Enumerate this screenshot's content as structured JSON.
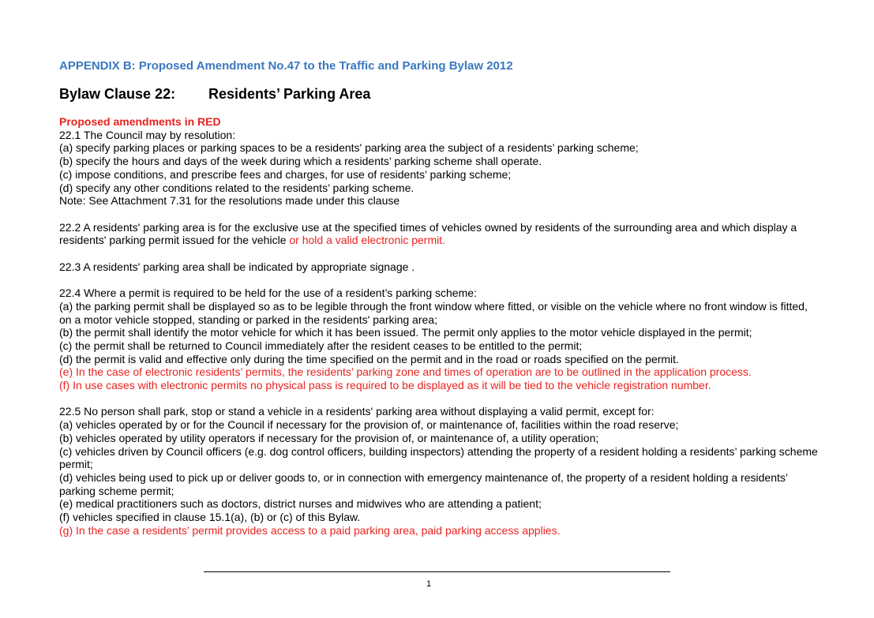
{
  "header": {
    "appendix_title": "APPENDIX B:  Proposed Amendment No.47 to the Traffic and Parking Bylaw 2012",
    "clause_number": "Bylaw Clause 22:",
    "clause_name": "Residents’ Parking Area"
  },
  "amend_note": "Proposed amendments in RED",
  "s22_1": {
    "intro": "22.1 The Council may by resolution:",
    "a": "(a) specify parking places or parking spaces to be a residents' parking area the subject of a residents’ parking scheme;",
    "b": "(b) specify the hours and days of the week during which a residents’ parking scheme shall operate.",
    "c": "(c) impose conditions, and prescribe fees and charges, for use of residents’ parking scheme;",
    "d": "(d) specify any other conditions related to the residents’ parking scheme.",
    "note": "Note: See Attachment 7.31 for the resolutions made under this clause"
  },
  "s22_2": {
    "text": "22.2 A residents' parking area is for the exclusive use at the specified times of vehicles owned by residents of the surrounding area and which display a residents' parking permit issued for the vehicle",
    "amend": " or hold a valid electronic permit."
  },
  "s22_3": {
    "text": "22.3 A residents' parking area shall be indicated by appropriate signage ."
  },
  "s22_4": {
    "intro": "22.4 Where a permit is required to be held for the use of a resident’s parking scheme:",
    "a": "(a) the parking permit shall be displayed so as to be legible through the front window where fitted, or visible on the vehicle where no front window is fitted, on a motor vehicle stopped, standing or parked in the residents' parking area;",
    "b": "(b) the permit shall identify the motor vehicle for which it has been issued. The permit only applies to the motor vehicle displayed in the permit;",
    "c": "(c) the permit shall be returned to Council immediately after the resident ceases to be entitled to the permit;",
    "d": "(d) the permit is valid and effective only during the time specified on the permit and in the road or roads specified on the permit.",
    "e": "(e) In the case of electronic residents’ permits, the residents’ parking zone and times of operation are to be outlined in the application process.",
    "f": "(f) In use cases with electronic permits no physical pass is required to be displayed as it will be tied to the vehicle registration number."
  },
  "s22_5": {
    "intro": "22.5 No person shall park, stop or stand a vehicle in a residents' parking area without displaying a valid permit, except for:",
    "a": "(a) vehicles operated by or for the Council if necessary for the provision of, or maintenance of, facilities within the road reserve;",
    "b": "(b) vehicles operated by utility operators if necessary for the provision of, or maintenance of, a utility operation;",
    "c": "(c) vehicles driven by Council officers (e.g. dog control officers, building inspectors) attending the property of a resident holding a residents’ parking scheme permit;",
    "d": "(d) vehicles being used to pick up or deliver goods to, or in connection with emergency maintenance of, the property of a resident holding a residents’ parking scheme permit;",
    "e": "(e) medical practitioners such as doctors, district nurses and midwives who are attending a patient;",
    "f": "(f) vehicles specified in clause 15.1(a), (b) or (c) of this Bylaw.",
    "g": "(g) In the case a residents’ permit provides access to a paid parking area, paid parking access applies."
  },
  "footer": {
    "page_number": "1"
  },
  "colors": {
    "heading_blue": "#3a78c0",
    "amendment_red": "#e8231f",
    "text": "#000000"
  }
}
